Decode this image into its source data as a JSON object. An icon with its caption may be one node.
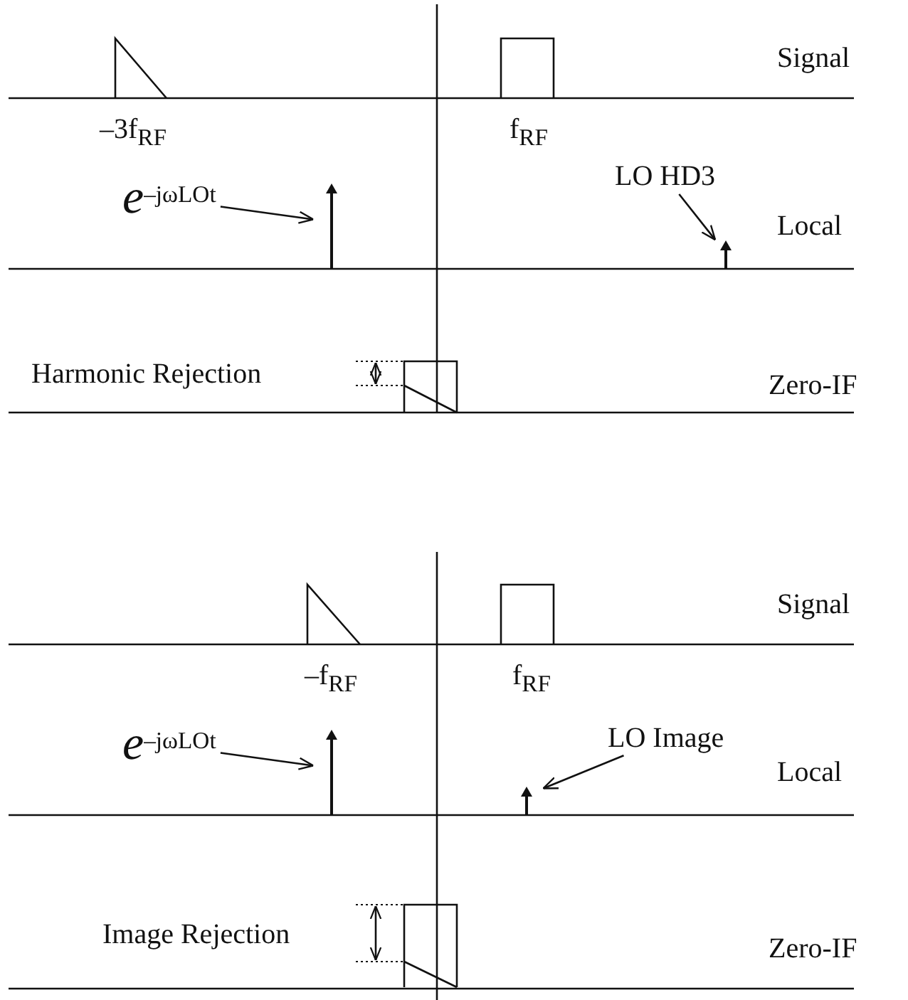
{
  "diagram": {
    "nodes": [
      {
        "text": [
          "*e*$^{–jωLOt}$"
        ]
      },
      {
        "text": [],
        "shape": "bar"
      },
      {
        "text": [
          "LO HD3"
        ]
      },
      {
        "text": [],
        "shape": "bar"
      },
      {
        "text": [
          "*e*$^{–jωLOt}$"
        ]
      },
      {
        "text": [],
        "shape": "bar"
      },
      {
        "text": [
          "LO Image"
        ]
      },
      {
        "text": [],
        "shape": "bar"
      }
    ],
    "edges": [
      {
        "from": 0,
        "to": 1,
        "arrow": "to"
      },
      {
        "from": 2,
        "to": 3,
        "arrow": "to"
      },
      {
        "from": 4,
        "to": 5,
        "arrow": "to"
      },
      {
        "from": 6,
        "to": 7,
        "arrow": "to"
      }
    ],
    "labels": [
      "Signal",
      "–3f$_{RF}$",
      "f$_{RF}$",
      "Local",
      "Harmonic Rejection",
      "Zero-IF",
      "Signal",
      "–f$_{RF}$",
      "f$_{RF}$",
      "Local",
      "Image Rejection",
      "Zero-IF"
    ]
  }
}
